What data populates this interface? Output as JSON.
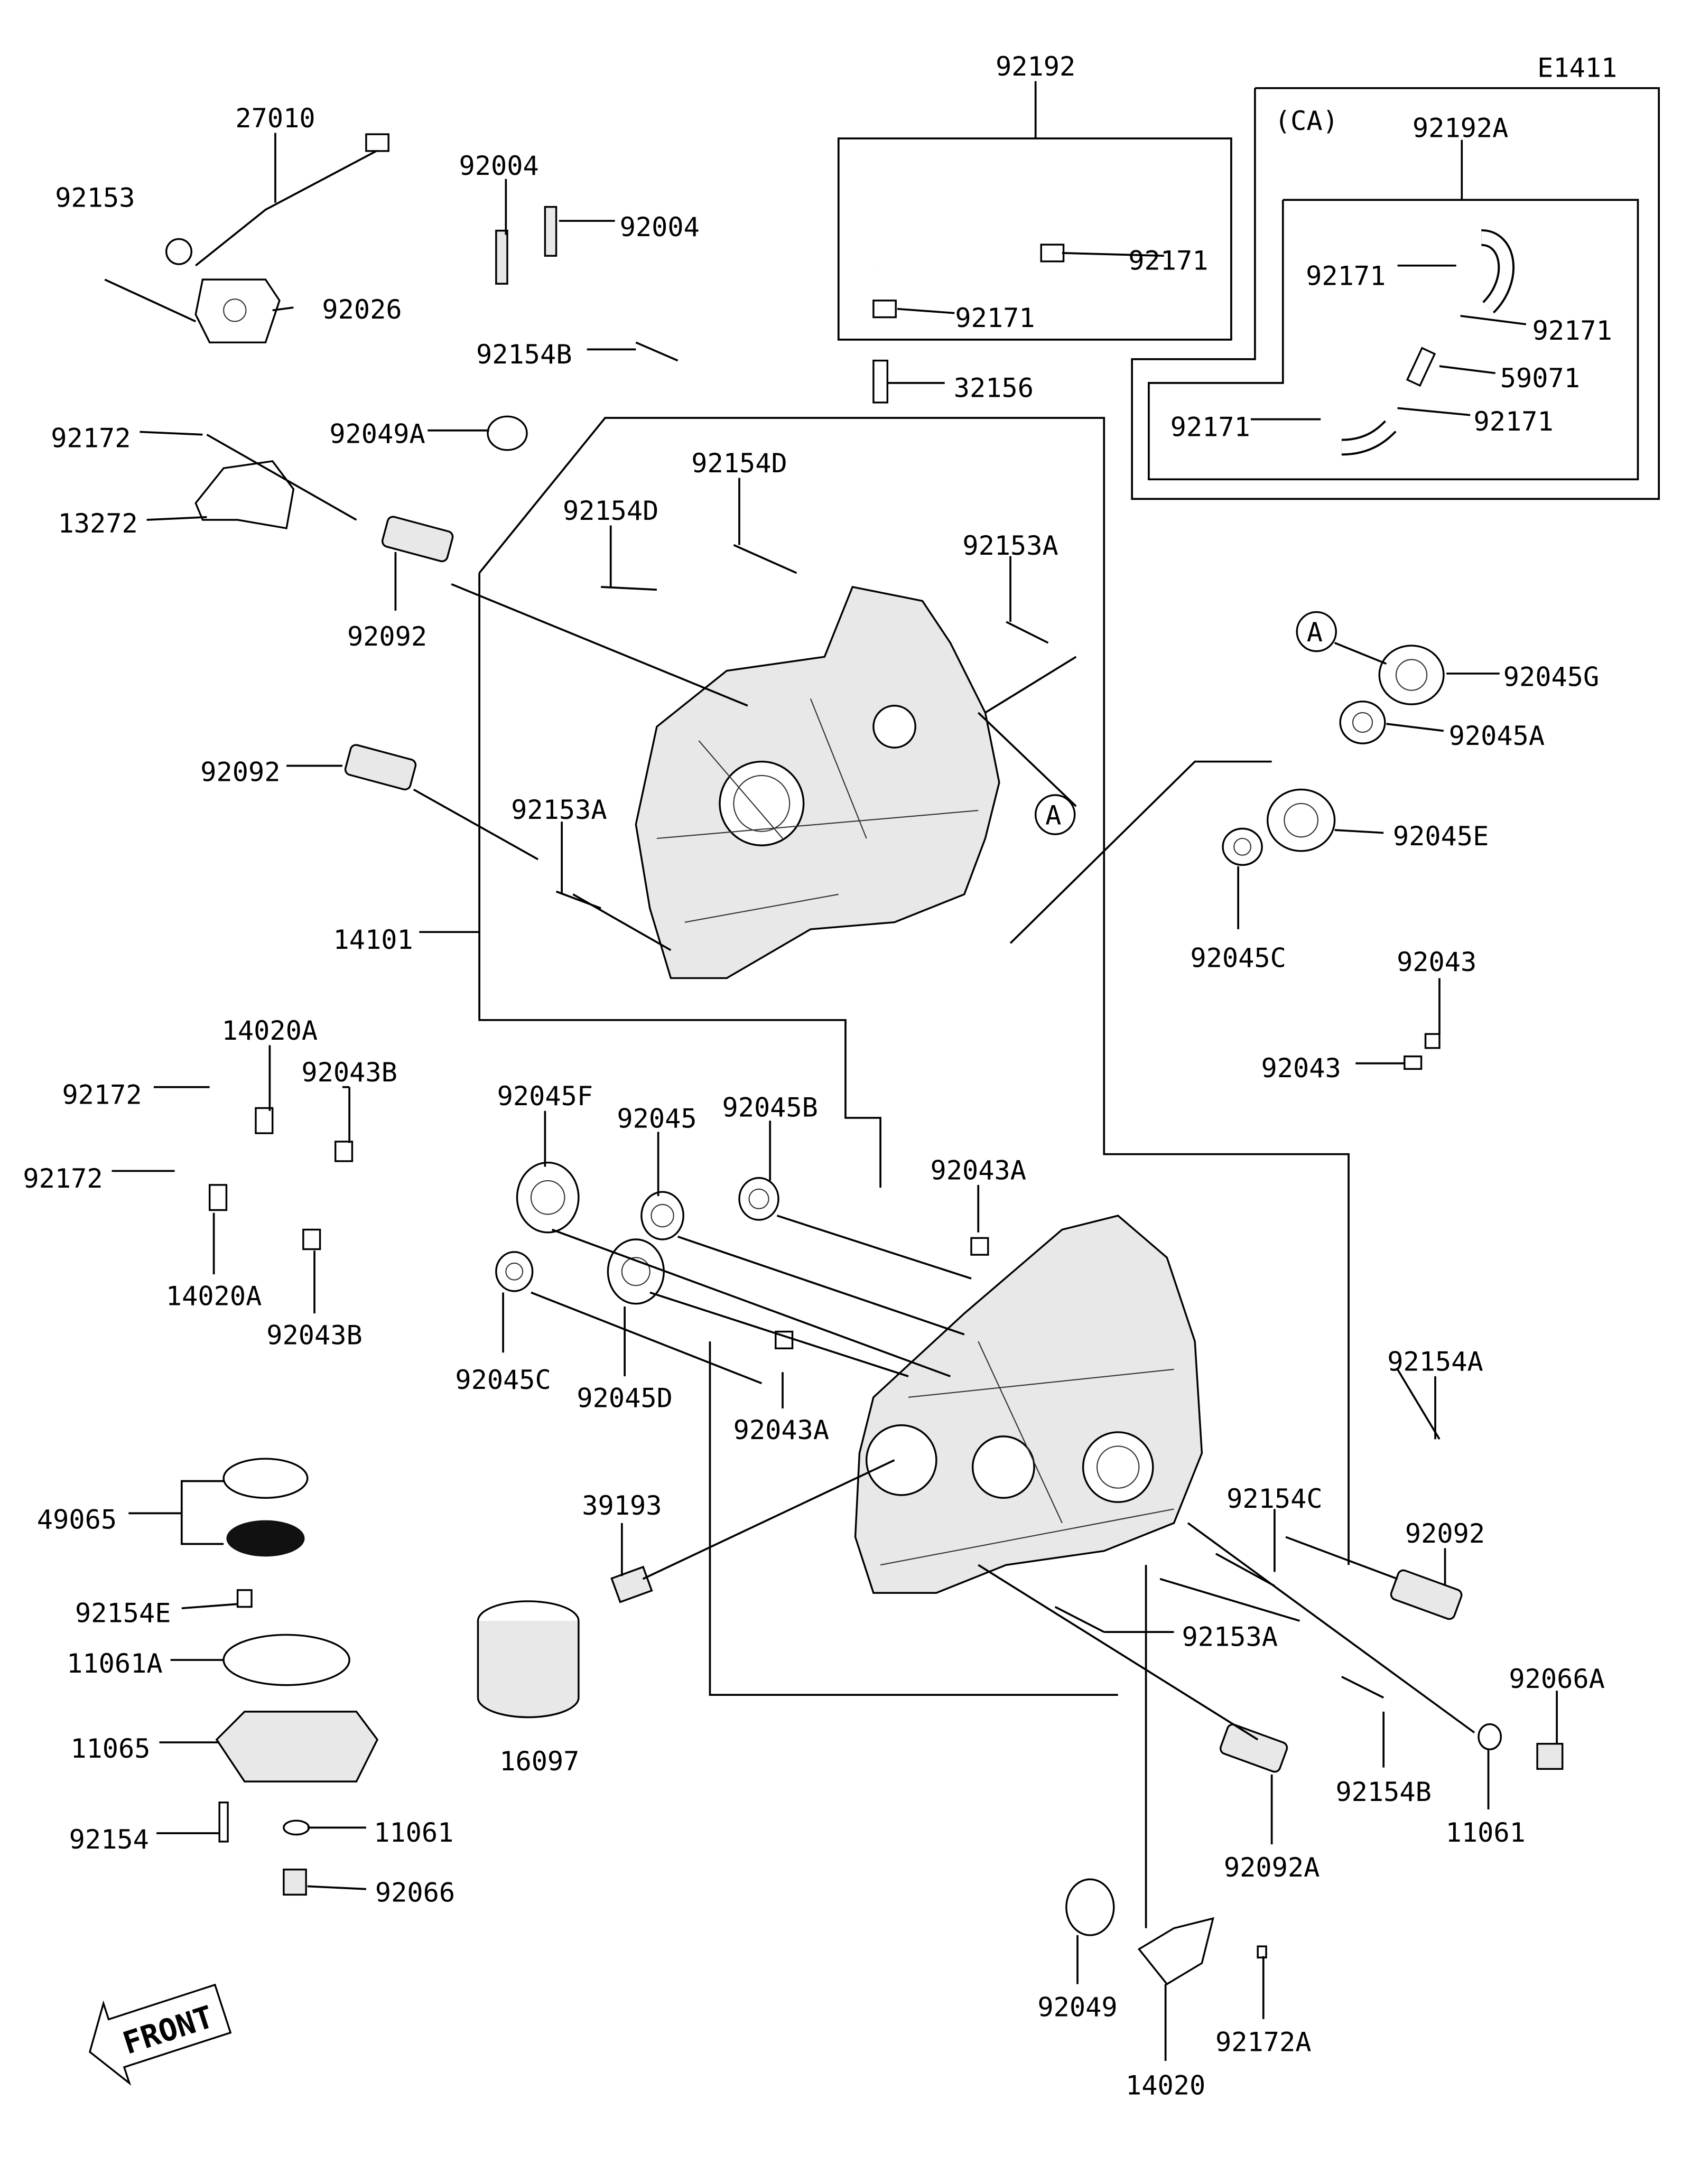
{
  "diagram_code": "E1411",
  "variant_label": "(CA)",
  "callout_letter": "A",
  "front_logo": "FRONT",
  "part_labels": [
    "92192",
    "92192A",
    "27010",
    "92153",
    "92026",
    "92004",
    "92004",
    "92154B",
    "92171",
    "92171",
    "32156",
    "92171",
    "92171",
    "59071",
    "92171",
    "92171",
    "92172",
    "92049A",
    "13272",
    "92154D",
    "92154D",
    "92153A",
    "92092",
    "92045G",
    "92045A",
    "92092",
    "92153A",
    "92045E",
    "14101",
    "92045C",
    "92043",
    "92043",
    "14020A",
    "92043B",
    "92172",
    "92045F",
    "92045",
    "92045B",
    "92172",
    "92043A",
    "14020A",
    "92043B",
    "92045C",
    "92045D",
    "92154A",
    "92043A",
    "49065",
    "39193",
    "92154C",
    "92092",
    "92154E",
    "11061A",
    "92153A",
    "11065",
    "16097",
    "92066A",
    "92154B",
    "11061",
    "92092A",
    "92154",
    "11061",
    "92066",
    "92049",
    "92172A",
    "14020"
  ]
}
